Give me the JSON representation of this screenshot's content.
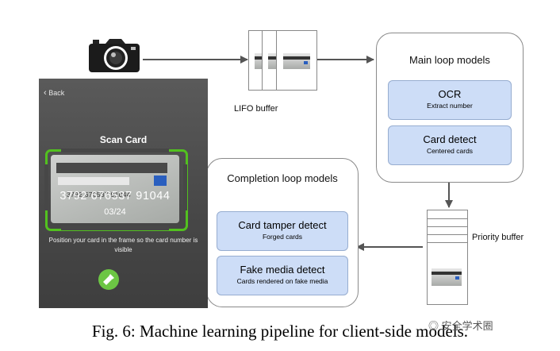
{
  "phone": {
    "back": "Back",
    "title": "Scan Card",
    "card_number_printed": "3792 676537 91044",
    "detected_number": "3792 676537 91044",
    "detected_date": "03/24",
    "instruction": "Position your card in the frame so the card number is visible"
  },
  "lifo_buffer": {
    "label": "LIFO buffer"
  },
  "main_loop": {
    "title": "Main loop models",
    "models": [
      {
        "title": "OCR",
        "subtitle": "Extract number"
      },
      {
        "title": "Card detect",
        "subtitle": "Centered cards"
      }
    ]
  },
  "priority_buffer": {
    "label": "Priority buffer"
  },
  "completion_loop": {
    "title": "Completion loop models",
    "models": [
      {
        "title": "Card tamper detect",
        "subtitle": "Forged cards"
      },
      {
        "title": "Fake media detect",
        "subtitle": "Cards rendered on fake media"
      }
    ]
  },
  "caption": "Fig. 6: Machine learning pipeline for client-side models.",
  "watermark": "安全学术圈",
  "colors": {
    "model_fill": "#cdddf7",
    "frame_green": "#52c11f",
    "card_badge": "#2a5fbf",
    "arrow": "#555555"
  },
  "icons": [
    "camera-icon",
    "back-chevron-icon",
    "flashlight-icon",
    "wechat-icon"
  ]
}
